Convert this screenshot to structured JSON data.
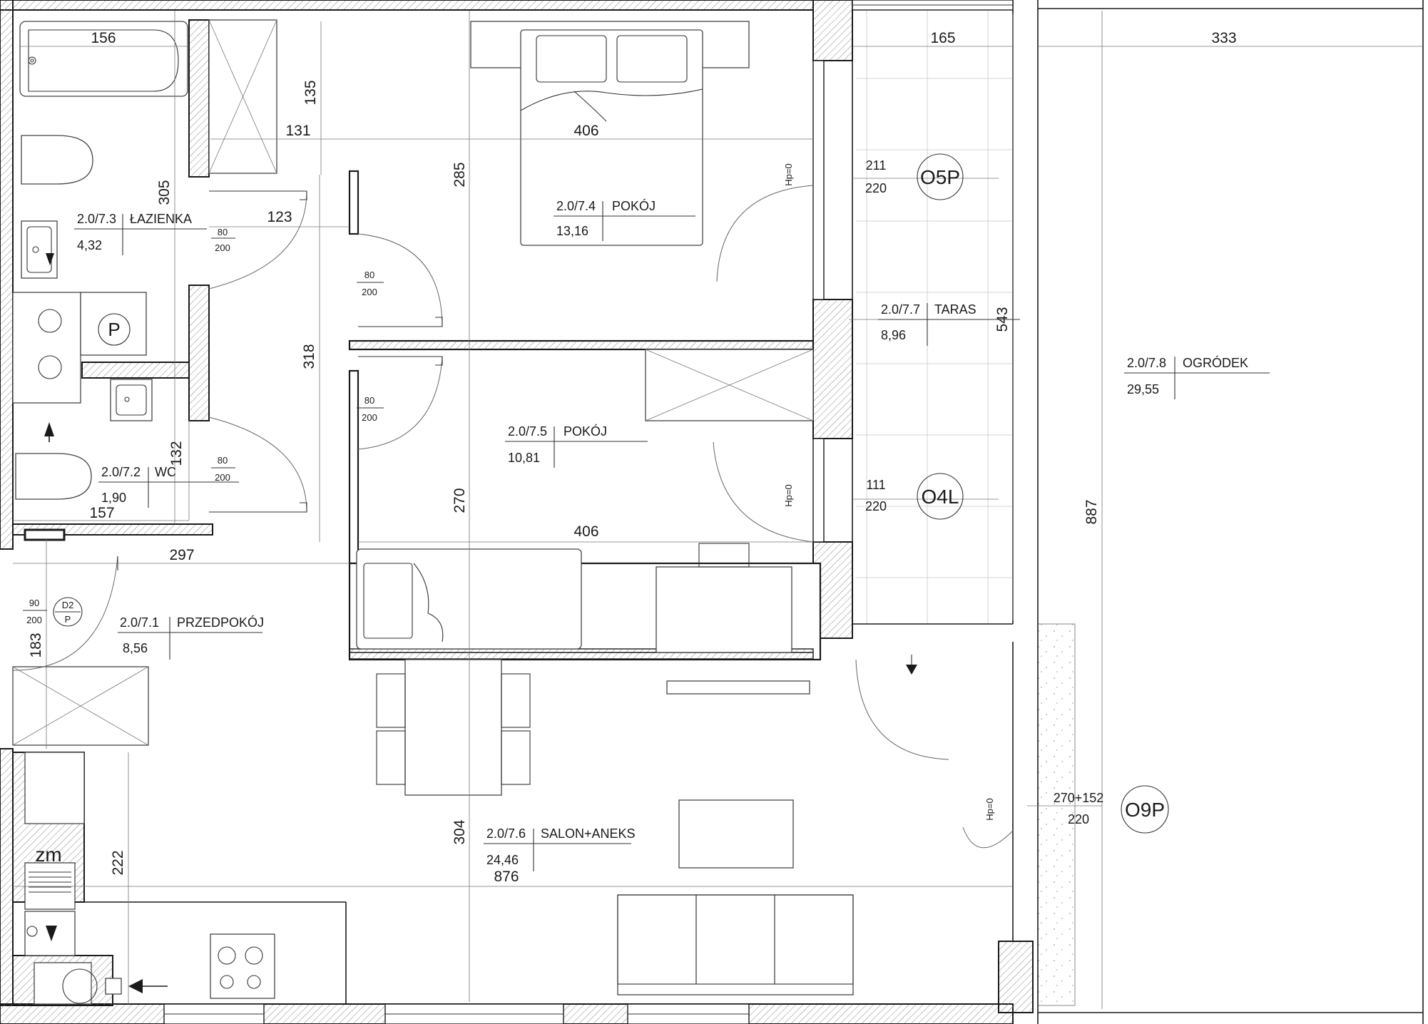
{
  "rooms": [
    {
      "id": "2.0/7.1",
      "name": "PRZEDPOKÓJ",
      "area": "8,56"
    },
    {
      "id": "2.0/7.2",
      "name": "WC",
      "area": "1,90"
    },
    {
      "id": "2.0/7.3",
      "name": "ŁAZIENKA",
      "area": "4,32"
    },
    {
      "id": "2.0/7.4",
      "name": "POKÓJ",
      "area": "13,16"
    },
    {
      "id": "2.0/7.5",
      "name": "POKÓJ",
      "area": "10,81"
    },
    {
      "id": "2.0/7.6",
      "name": "SALON+ANEKS",
      "area": "24,46"
    },
    {
      "id": "2.0/7.7",
      "name": "TARAS",
      "area": "8,96"
    },
    {
      "id": "2.0/7.8",
      "name": "OGRÓDEK",
      "area": "29,55"
    }
  ],
  "dimensions": {
    "bath_width": "156",
    "terrace_width": "165",
    "garden_width": "333",
    "shower_height": "135",
    "bath_depth_131": "131",
    "room1_width": "406",
    "room1_height": "285",
    "bathroom_height": "305",
    "corridor_123": "123",
    "hall_height": "318",
    "terrace_height": "543",
    "garden_height": "887",
    "wc_height": "132",
    "wc_width": "157",
    "room2_height": "270",
    "room2_width": "406",
    "hall_width": "297",
    "entry_height": "183",
    "living_height": "304",
    "kitchen_height": "222",
    "apartment_width": "876"
  },
  "doors": [
    {
      "w": "80",
      "h": "200"
    },
    {
      "w": "80",
      "h": "200"
    },
    {
      "w": "80",
      "h": "200"
    },
    {
      "w": "80",
      "h": "200"
    }
  ],
  "entry_door": {
    "w": "90",
    "h": "200",
    "code": "D2",
    "sub": "P"
  },
  "windows": [
    {
      "code": "O5P",
      "w": "211",
      "h": "220",
      "note": "Hp=0"
    },
    {
      "code": "O4L",
      "w": "111",
      "h": "220",
      "note": "Hp=0"
    },
    {
      "code": "O9P",
      "w": "270+152",
      "h": "220",
      "note": "Hp=0"
    }
  ],
  "symbols": {
    "shaft": "P",
    "meter": "zm"
  }
}
